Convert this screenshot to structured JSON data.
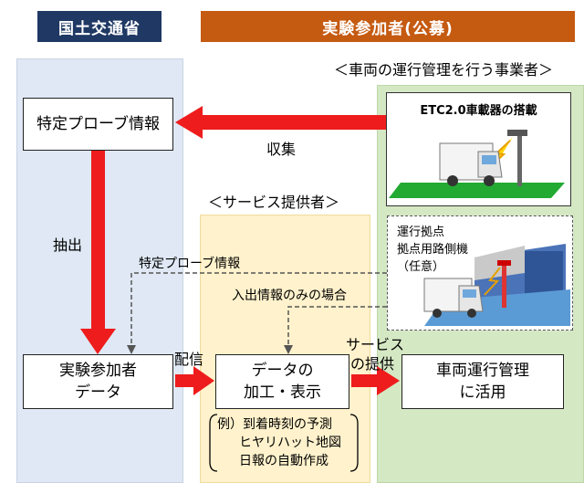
{
  "header": {
    "left_label": "国土交通省",
    "right_label": "実験参加者(公募)"
  },
  "operator_caption": "＜車両の運行管理を行う事業者＞",
  "service_caption": "＜サービス提供者＞",
  "boxes": {
    "probe_info": "特定プローブ情報",
    "participant_data": {
      "line1": "実験参加者",
      "line2": "データ"
    },
    "data_processing": {
      "line1": "データの",
      "line2": "加工・表示"
    },
    "vehicle_management": {
      "line1": "車両運行管理",
      "line2": "に活用"
    }
  },
  "etc_panel": {
    "title": "ETC2.0車載器の搭載"
  },
  "base_panel": {
    "line1": "運行拠点",
    "line2": "拠点用路側機",
    "line3": "（任意）"
  },
  "labels": {
    "collect": "収集",
    "extract": "抽出",
    "probe_info_dashed": "特定プローブ情報",
    "entry_exit_only": "入出情報のみの場合",
    "deliver": "配信",
    "service_line1": "サービス",
    "service_line2": "の提供"
  },
  "examples": {
    "line1": "例）到着時刻の予測",
    "line2": "ヒヤリハット地図",
    "line3": "日報の自動作成"
  },
  "colors": {
    "header_left": "#1f3864",
    "header_right": "#c55a11",
    "left_region": "#dfe8f4",
    "middle_region": "#fff2cc",
    "right_region": "#d5e8c4",
    "arrow_red": "#ee1c1c",
    "road_green": "#22aa33"
  }
}
